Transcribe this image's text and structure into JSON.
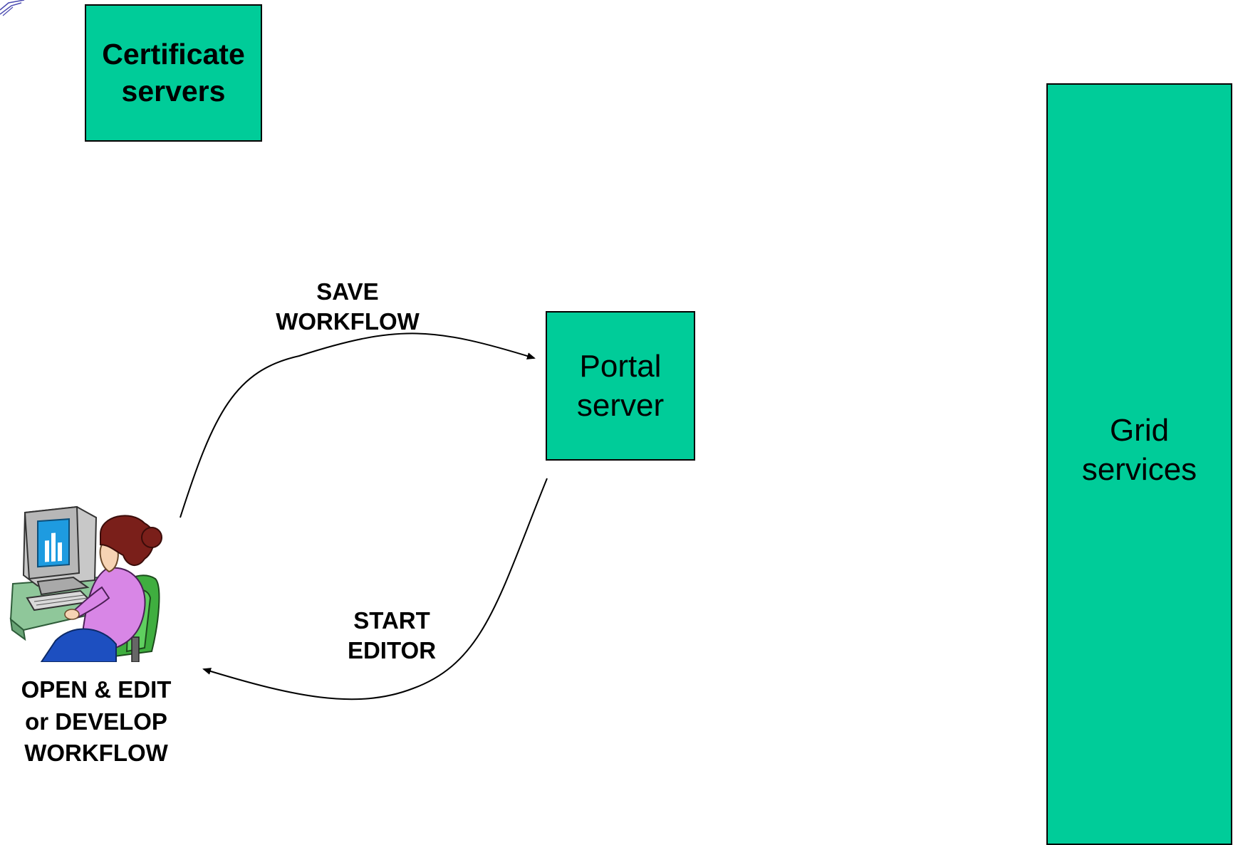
{
  "colors": {
    "box_fill": "#00cc99",
    "box_border": "#000000",
    "arrow": "#000000"
  },
  "nodes": {
    "certificate_servers": "Certificate\nservers",
    "portal_server": "Portal\nserver",
    "grid_services": "Grid\nservices"
  },
  "edges": {
    "save_workflow": "SAVE\nWORKFLOW",
    "start_editor": "START\nEDITOR"
  },
  "user": {
    "icon": "user-at-computer-icon",
    "caption": "OPEN & EDIT\nor DEVELOP\nWORKFLOW"
  }
}
